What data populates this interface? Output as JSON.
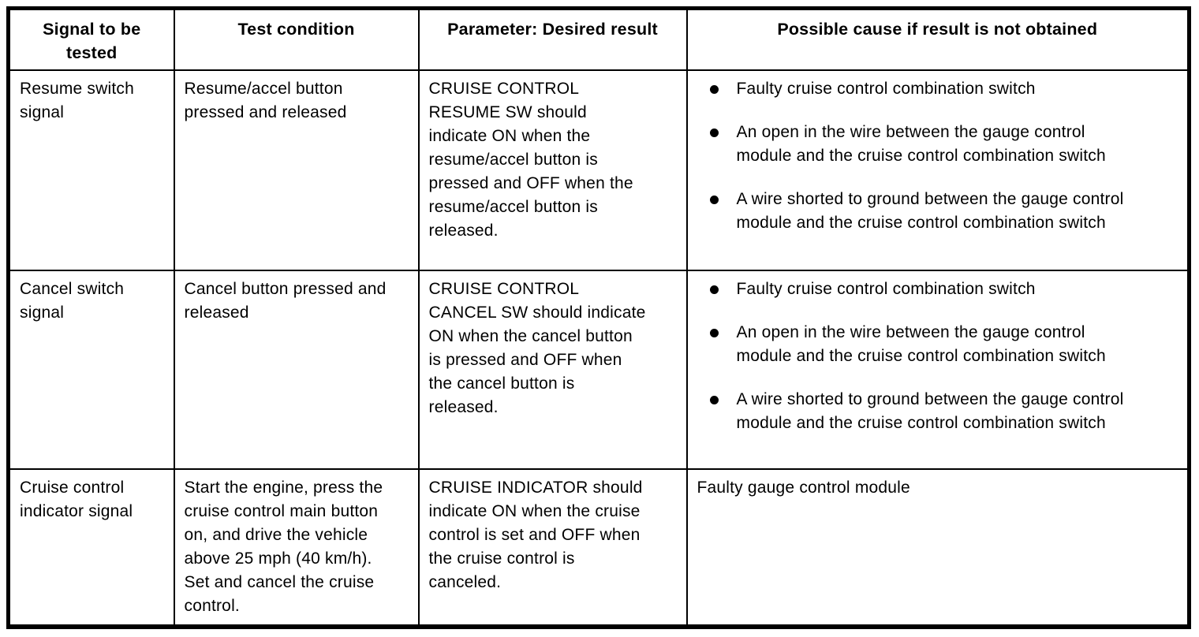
{
  "page": {
    "background_color": "#ffffff",
    "border_color": "#000000",
    "text_color": "#000000"
  },
  "table": {
    "headers": [
      "Signal to be tested",
      "Test condition",
      "Parameter: Desired result",
      "Possible cause if result is not obtained"
    ],
    "rows": [
      {
        "signal": "Resume switch signal",
        "condition": "Resume/accel button pressed and released",
        "result": "CRUISE CONTROL RESUME SW should indicate ON when the resume/accel button is pressed and OFF when the resume/accel button is released.",
        "causes": {
          "bulleted": true,
          "items": [
            "Faulty cruise control combination switch",
            "An open in the wire between the gauge control module and the cruise control combination switch",
            "A wire shorted to ground between the gauge control module and the cruise control combination switch"
          ]
        }
      },
      {
        "signal": "Cancel switch signal",
        "condition": "Cancel button pressed and released",
        "result": "CRUISE CONTROL CANCEL SW should indicate ON when the cancel button is pressed and OFF when the cancel button is released.",
        "causes": {
          "bulleted": true,
          "items": [
            "Faulty cruise control combination switch",
            "An open in the wire between the gauge control module and the cruise control combination switch",
            "A wire shorted to ground between the gauge control module and the cruise control combination switch"
          ]
        }
      },
      {
        "signal": "Cruise control indicator signal",
        "condition": "Start the engine, press the cruise control main button on, and drive the vehicle above 25 mph (40 km/h). Set and cancel the cruise control.",
        "result": "CRUISE INDICATOR should indicate ON when the cruise control is set and OFF when the cruise control is canceled.",
        "causes": {
          "bulleted": false,
          "items": [
            "Faulty gauge control module"
          ]
        }
      }
    ]
  }
}
